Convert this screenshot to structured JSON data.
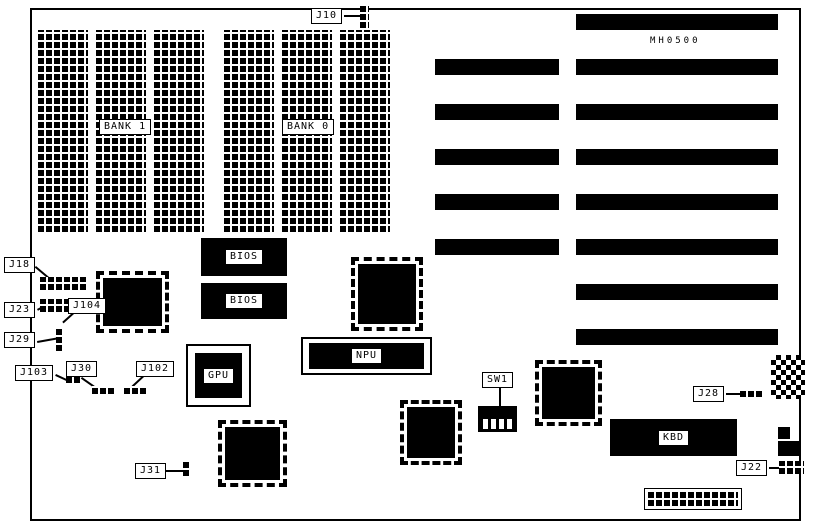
{
  "colors": {
    "ink": "#000000",
    "paper": "#ffffff"
  },
  "board": {
    "model": "MH0500",
    "memory": {
      "bank1_label": "BANK 1",
      "bank0_label": "BANK 0"
    },
    "chips": {
      "bios_label": "BIOS",
      "npu_label": "NPU",
      "gpu_label": "GPU",
      "kbd_label": "KBD"
    },
    "connectors": {
      "j10": "J10",
      "j18": "J18",
      "j23": "J23",
      "j29": "J29",
      "j104": "J104",
      "j103": "J103",
      "j30": "J30",
      "j102": "J102",
      "j31": "J31",
      "sw1": "SW1",
      "j28": "J28",
      "j22": "J22"
    }
  }
}
